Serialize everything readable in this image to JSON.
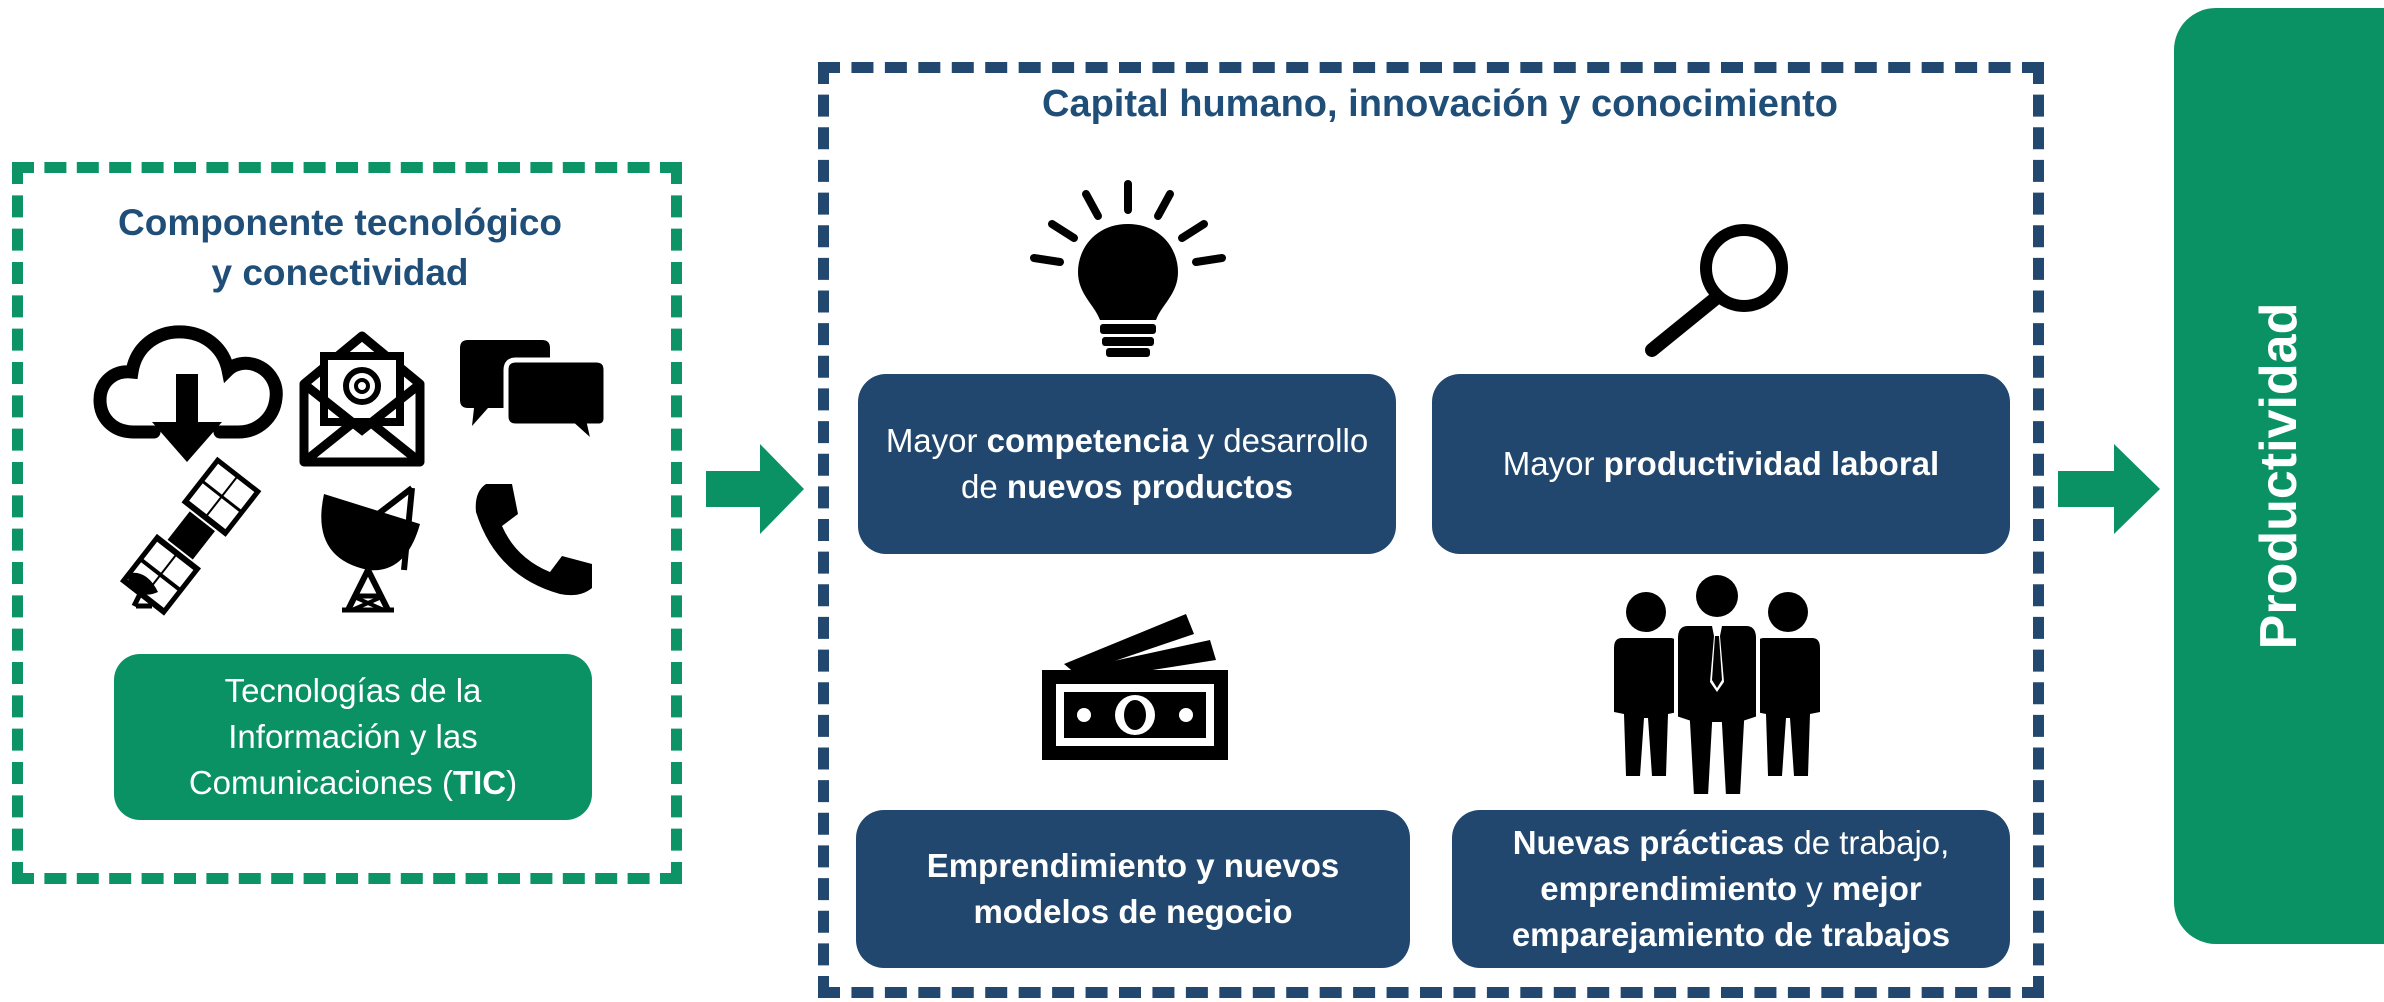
{
  "left_panel": {
    "title_line1": "Componente tecnológico",
    "title_line2": "y conectividad",
    "tic_box": {
      "line1": "Tecnologías de la",
      "line2": "Información y las",
      "line3_prefix": "Comunicaciones (",
      "line3_bold": "TIC",
      "line3_suffix": ")"
    }
  },
  "middle_panel": {
    "title": "Capital humano, innovación y conocimiento",
    "competencia": {
      "t1": "Mayor ",
      "b1": "competencia",
      "t2": " y desarrollo de ",
      "b2": "nuevos productos"
    },
    "productividad_laboral": {
      "t1": "Mayor ",
      "b1": "productividad laboral"
    },
    "emprendimiento": {
      "b1": "Emprendimiento y nuevos modelos de negocio"
    },
    "practicas": {
      "b1": "Nuevas prácticas",
      "t1": " de trabajo, ",
      "b2": "emprendimiento",
      "t2": " y ",
      "b3": "mejor emparejamiento de trabajos"
    }
  },
  "output": {
    "label": "Productividad"
  },
  "colors": {
    "green": "#0a9164",
    "navy": "#21476e",
    "title_blue": "#1f4e79",
    "icon": "#000000"
  },
  "icons": [
    "cloud-download-icon",
    "email-icon",
    "chat-bubbles-icon",
    "satellite-icon",
    "satellite-dish-icon",
    "phone-icon",
    "lightbulb-icon",
    "magnifier-icon",
    "money-icon",
    "people-group-icon",
    "arrow-right-icon"
  ]
}
